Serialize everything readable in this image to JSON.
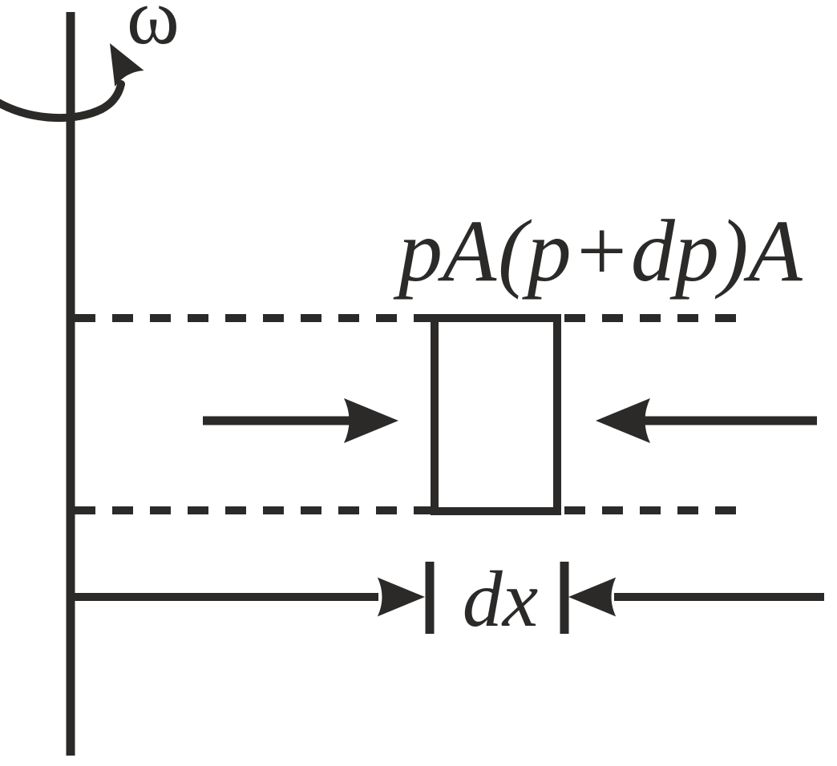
{
  "diagram": {
    "labels": {
      "angular_velocity": "ω",
      "left_pressure_force": "pA",
      "right_pressure_force": "(p+dp)A",
      "element_width": "dx"
    },
    "colors": {
      "ink": "#2b2a28",
      "background": "#ffffff"
    }
  }
}
